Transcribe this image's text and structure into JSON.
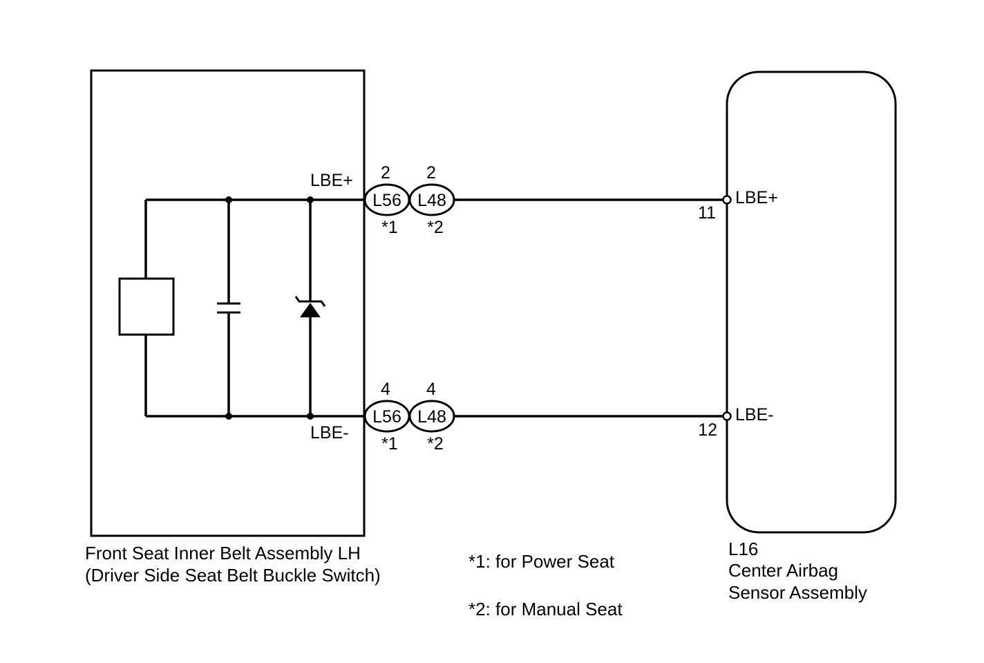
{
  "left_component": {
    "title_line1": "Front Seat Inner Belt Assembly LH",
    "title_line2": "(Driver Side Seat Belt Buckle Switch)",
    "pin_plus": "LBE+",
    "pin_minus": "LBE-"
  },
  "connectors": {
    "top": [
      {
        "name": "L56",
        "pin": "2",
        "note": "*1"
      },
      {
        "name": "L48",
        "pin": "2",
        "note": "*2"
      }
    ],
    "bottom": [
      {
        "name": "L56",
        "pin": "4",
        "note": "*1"
      },
      {
        "name": "L48",
        "pin": "4",
        "note": "*2"
      }
    ]
  },
  "right_component": {
    "code": "L16",
    "title_line1": "Center Airbag",
    "title_line2": "Sensor Assembly",
    "pin_plus": "LBE+",
    "pin_plus_number": "11",
    "pin_minus": "LBE-",
    "pin_minus_number": "12"
  },
  "notes": {
    "note1": "*1: for Power Seat",
    "note2": "*2: for Manual Seat"
  }
}
